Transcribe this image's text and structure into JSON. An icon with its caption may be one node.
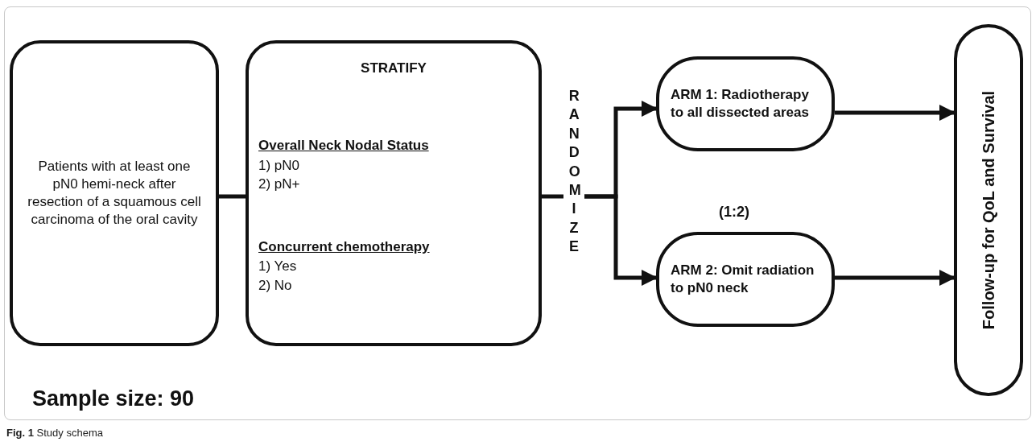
{
  "diagram": {
    "caption": "**Fig. 1** Study schema",
    "nodes": [
      {
        "text": [
          "Patients with at least one pN0 hemi-neck after resection of a squamous cell carcinoma of the oral cavity"
        ]
      },
      {
        "text": [
          "STRATIFY",
          "Overall Neck Nodal Status",
          "1) pN0",
          "2) pN+",
          "Concurrent chemotherapy",
          "1) Yes",
          "2) No"
        ]
      },
      {
        "text": [
          "RANDOMIZE"
        ]
      },
      {
        "text": [
          "ARM 1: Radiotherapy to all dissected areas"
        ]
      },
      {
        "text": [
          "ARM 2: Omit radiation to pN0 neck"
        ]
      },
      {
        "text": [
          "Follow-up for QoL and Survival"
        ]
      }
    ],
    "edges": [
      {
        "from": 0,
        "to": 1,
        "arrow": "none"
      },
      {
        "from": 1,
        "to": 2,
        "arrow": "none"
      },
      {
        "from": 2,
        "to": 3,
        "arrow": "to"
      },
      {
        "from": 2,
        "to": 4,
        "arrow": "to"
      },
      {
        "from": 3,
        "to": 5,
        "arrow": "to"
      },
      {
        "from": 4,
        "to": 5,
        "arrow": "to"
      }
    ],
    "labels": [
      "(1:2)",
      "Sample size: 90"
    ]
  }
}
